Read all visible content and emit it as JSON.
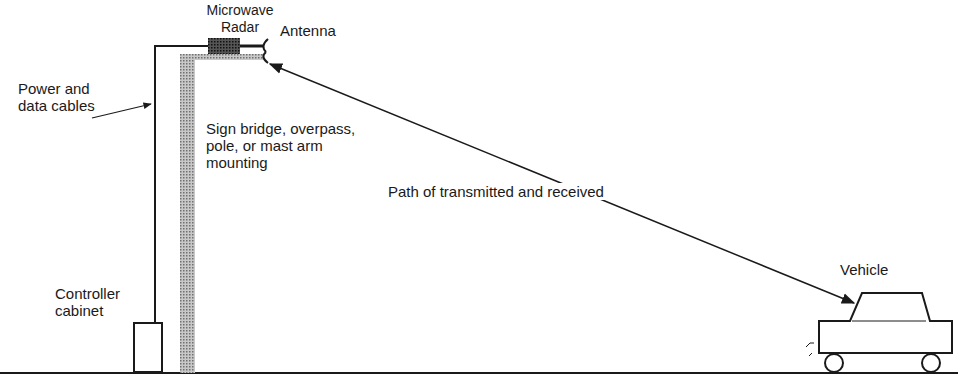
{
  "diagram": {
    "nodes": [
      {
        "text": [
          "Microwave Radar"
        ]
      },
      {
        "text": [
          "Controller cabinet"
        ]
      },
      {
        "text": [
          "Vehicle"
        ]
      }
    ],
    "edges": [
      {
        "from": 1,
        "to": 0,
        "arrow": "none"
      },
      {
        "from": 0,
        "to": 2,
        "arrow": "both",
        "label": "Path of transmitted and received"
      }
    ],
    "labels": [
      "Antenna",
      "Power and data cables",
      "Sign bridge, overpass, pole, or mast arm mounting"
    ]
  }
}
